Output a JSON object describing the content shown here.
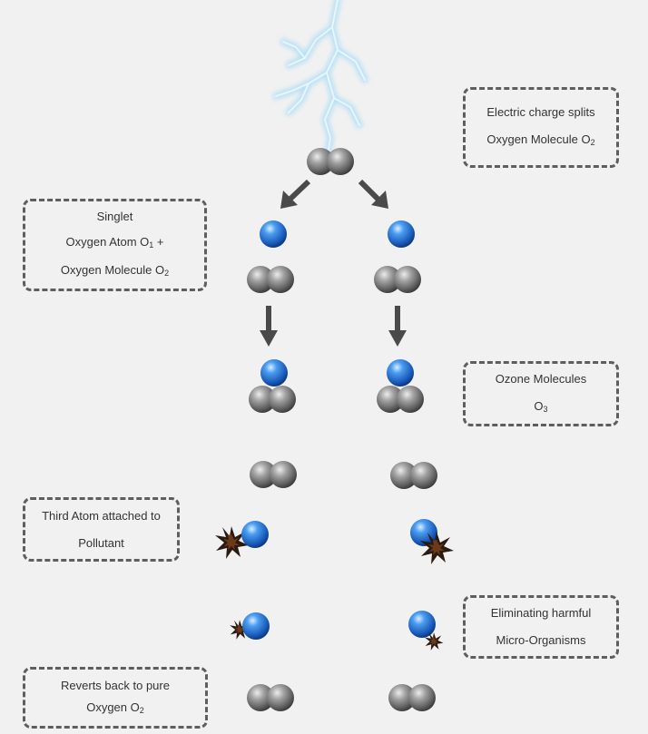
{
  "colors": {
    "background": "#f1f1f1",
    "box_border": "#5e5e5e",
    "arrow": "#4a4a4a",
    "oxygen_atom": "#8a8a8a",
    "singlet_atom": "#2f7fd8",
    "lightning": "#8fd0ee"
  },
  "icons": [
    "lightning-icon",
    "oxygen-molecule-icon",
    "singlet-atom-icon",
    "pollutant-burst-icon",
    "arrow-icon"
  ],
  "notes": {
    "electric": {
      "line1": "Electric charge splits",
      "line2": "Oxygen Molecule O",
      "line2_sub": "2"
    },
    "singlet": {
      "line1": "Singlet",
      "line2": "Oxygen Atom O",
      "line2_sub": "1",
      "line2_tail": " +",
      "line3": "Oxygen Molecule O",
      "line3_sub": "2"
    },
    "ozone": {
      "line1": "Ozone Molecules",
      "line2": "O",
      "line2_sub": "3"
    },
    "third_atom": {
      "line1": "Third Atom attached to",
      "line2": "Pollutant"
    },
    "eliminating": {
      "line1": "Eliminating harmful",
      "line2": "Micro-Organisms"
    },
    "reverts": {
      "line1": "Reverts back to pure",
      "line2": "Oxygen O",
      "line2_sub": "2"
    }
  }
}
